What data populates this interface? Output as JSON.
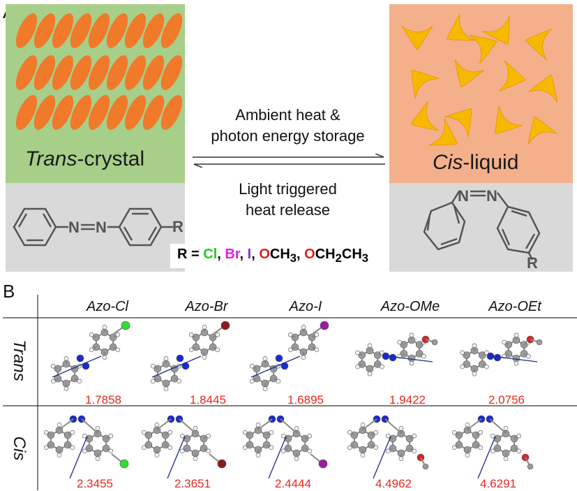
{
  "panelA": {
    "label": "A",
    "trans_label_italic": "Trans",
    "trans_label_rest": "-crystal",
    "cis_label_italic": "Cis",
    "cis_label_rest": "-liquid",
    "forward_line1": "Ambient heat &",
    "forward_line2": "photon energy storage",
    "reverse_line1": "Light triggered",
    "reverse_line2": "heat release",
    "molecule_r": "R",
    "molecule_azo": "N=N",
    "rgroups": {
      "prefix": "R = ",
      "cl": "Cl",
      "sep1": ", ",
      "br": "Br",
      "sep2": ", ",
      "i": "I",
      "sep3": ", ",
      "o1": "O",
      "ch3": "CH",
      "ch3_sub": "3",
      "sep4": ", ",
      "o2": "O",
      "ch2": "CH",
      "ch2_sub": "2",
      "ch3b": "CH",
      "ch3b_sub": "3"
    },
    "colors": {
      "trans_bg": "#a7cf8a",
      "cis_bg": "#f4b08b",
      "gray_bg": "#d9d9d9",
      "ellipse": "#f07a2a",
      "boomerang": "#f7b900",
      "cl": "#22cc22",
      "br": "#e020e0",
      "i": "#8a2be2",
      "o": "#e02020"
    }
  },
  "panelB": {
    "label": "B",
    "columns": [
      "Azo-Cl",
      "Azo-Br",
      "Azo-I",
      "Azo-OMe",
      "Azo-OEt"
    ],
    "rows": [
      "Trans",
      "Cis"
    ],
    "trans_values": [
      "1.7858",
      "1.8445",
      "1.6895",
      "1.9422",
      "2.0756"
    ],
    "cis_values": [
      "2.3455",
      "2.3651",
      "2.4444",
      "4.4962",
      "4.6291"
    ],
    "substituent_colors": [
      "#33dd33",
      "#8b1a1a",
      "#9b1b9b",
      "#dd2222",
      "#dd2222"
    ]
  }
}
